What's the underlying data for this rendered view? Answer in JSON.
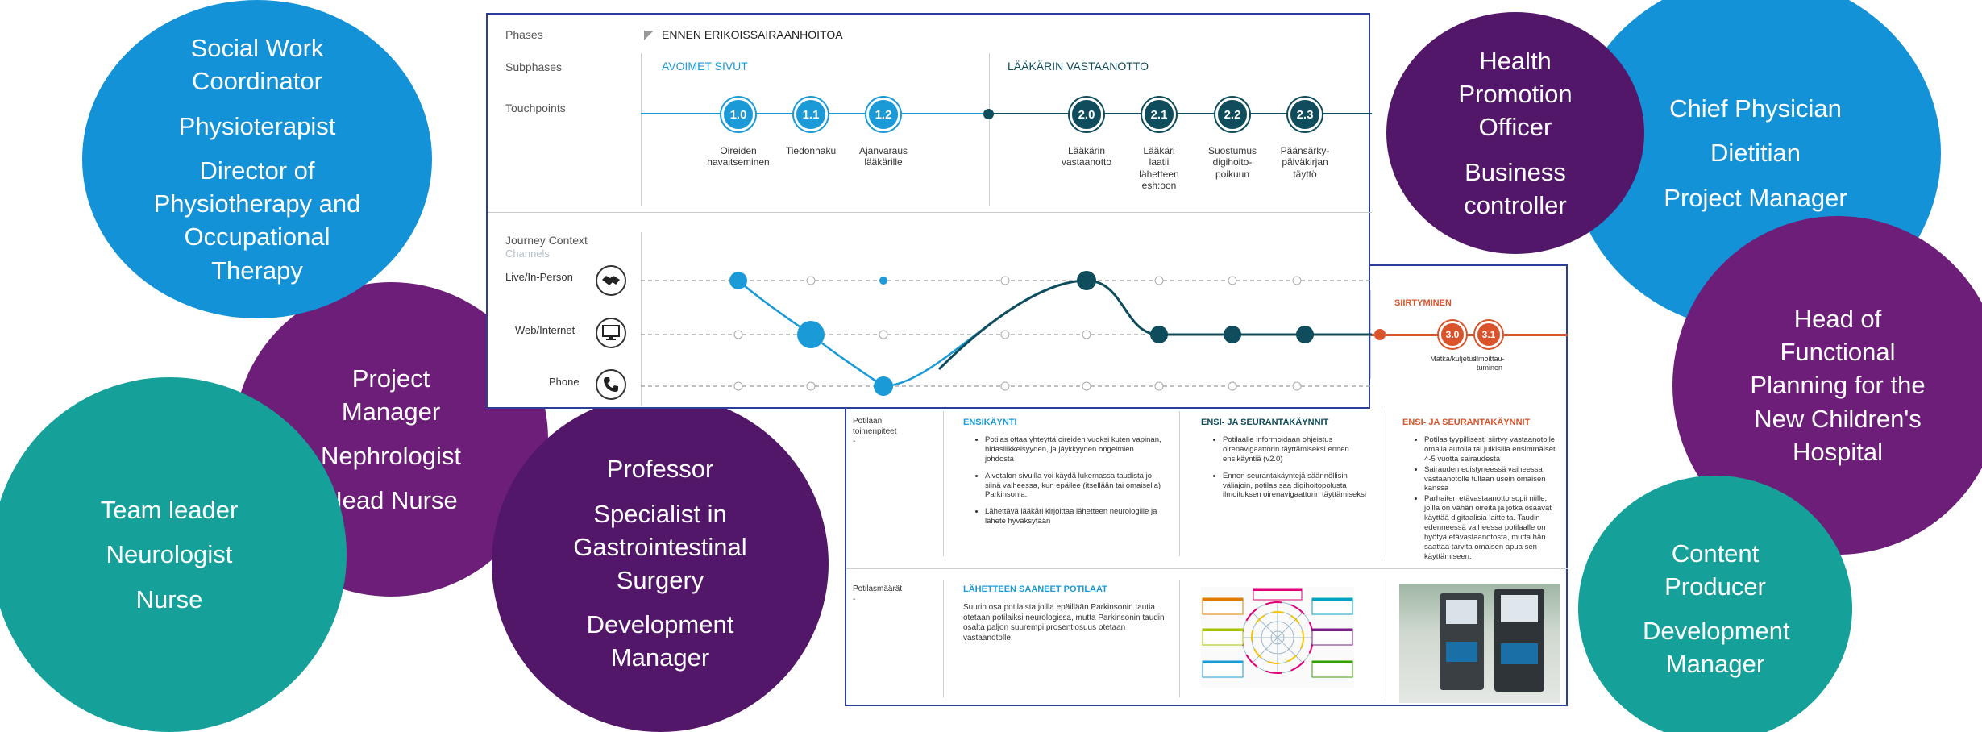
{
  "bubbles": {
    "social_work": [
      "Social Work Coordinator",
      "Physioterapist",
      "Director of Physiotherapy and Occupational Therapy"
    ],
    "project_manager": [
      "Project Manager",
      "Nephrologist",
      "Head Nurse"
    ],
    "team_leader": [
      "Team leader",
      "Neurologist",
      "Nurse"
    ],
    "professor": [
      "Professor",
      "Specialist in Gastrointestinal Surgery",
      "Development Manager"
    ],
    "health_promotion": [
      "Health Promotion Officer",
      "Business controller"
    ],
    "chief_physician": [
      "Chief Physician",
      "Dietitian",
      "Project Manager"
    ],
    "head_functional": [
      "Head of Functional Planning for the New Children's Hospital"
    ],
    "content_producer": [
      "Content Producer",
      "Development Manager"
    ]
  },
  "journey": {
    "row_labels": {
      "phases": "Phases",
      "subphases": "Subphases",
      "touchpoints": "Touchpoints"
    },
    "phase": "ENNEN ERIKOISSAIRAANHOITOA",
    "subphase_1": "AVOIMET SIVUT",
    "subphase_2": "LÄÄKÄRIN VASTAANOTTO",
    "touchpoints": [
      {
        "num": "1.0",
        "label": "Oireiden havaitseminen"
      },
      {
        "num": "1.1",
        "label": "Tiedonhaku"
      },
      {
        "num": "1.2",
        "label": "Ajanvaraus lääkärille"
      },
      {
        "num": "2.0",
        "label": "Lääkärin vastaanotto"
      },
      {
        "num": "2.1",
        "label": "Lääkäri laatii lähetteen esh:oon"
      },
      {
        "num": "2.2",
        "label": "Suostumus digihoito-poikuun"
      },
      {
        "num": "2.3",
        "label": "Päänsärky-päiväkirjan täyttö"
      }
    ],
    "context_label": "Journey Context",
    "channels_label": "Channels",
    "channels": [
      "Live/In-Person",
      "Web/Internet",
      "Phone"
    ],
    "channel_icons": [
      "handshake-icon",
      "monitor-icon",
      "phone-icon"
    ],
    "colors": {
      "light": "#1a9ad6",
      "dark": "#0f4c5c",
      "orange": "#d9532b",
      "border": "#2c3d9a"
    }
  },
  "doc": {
    "siirtyminen": "SIIRTYMINEN",
    "transfer_points": [
      {
        "num": "3.0",
        "label": "Matka/kuljetus"
      },
      {
        "num": "3.1",
        "label": "Ilmoittau-tuminen"
      }
    ],
    "row1_label": "Potilaan toimenpiteet",
    "row1_dash": "-",
    "col1_title": "ENSIKÄYNTI",
    "col1_items": [
      "Potilas ottaa yhteyttä oireiden vuoksi kuten vapinan, hidasliikkeisyyden, ja jäykkyyden ongelmien johdosta",
      "Aivotalon sivuilla voi käydä lukemassa taudista jo siinä vaiheessa, kun epäilee (itsellään tai omaisella) Parkinsonia.",
      "Lähettävä lääkäri kirjoittaa lähetteen neurologille ja lähete hyväksytään"
    ],
    "col2_title": "ENSI- JA SEURANTAKÄYNNIT",
    "col2_items": [
      "Potilaalle informoidaan ohjeistus oirenavigaattorin täyttämiseksi ennen ensikäyntiä (v2.0)",
      "Ennen seurantakäyntejä säännöllisin väliajoin, potilas saa digihoitopolusta ilmoituksen oirenavigaattorin täyttämiseksi"
    ],
    "col3_title": "ENSI- JA SEURANTAKÄYNNIT",
    "col3_items": [
      "Potilas tyypillisesti siirtyy vastaanotolle omalla autolla tai julkisilla ensimmäiset 4-5 vuotta sairaudesta",
      "Sairauden edistyneessä vaiheessa vastaanotolle tullaan usein omaisen kanssa",
      "Parhaiten etävastaanotto sopii niille, joilla on vähän oireita ja jotka osaavat käyttää digitaalisia laitteita. Taudin edenneessä vaiheessa potilaalle on hyötyä etävastaanotosta, mutta hän saattaa tarvita omaisen apua sen käyttämiseen."
    ],
    "row2_label": "Potilasmäärät",
    "row2_dash": "-",
    "col4_title": "LÄHETTEEN SAANEET POTILAAT",
    "col4_text": "Suurin osa potilaista joilla epäillään Parkinsonin tautia otetaan potilaiksi neurologissa, mutta Parkinsonin taudin osalta paljon suurempi prosentiosuus otetaan vastaanotolle."
  }
}
